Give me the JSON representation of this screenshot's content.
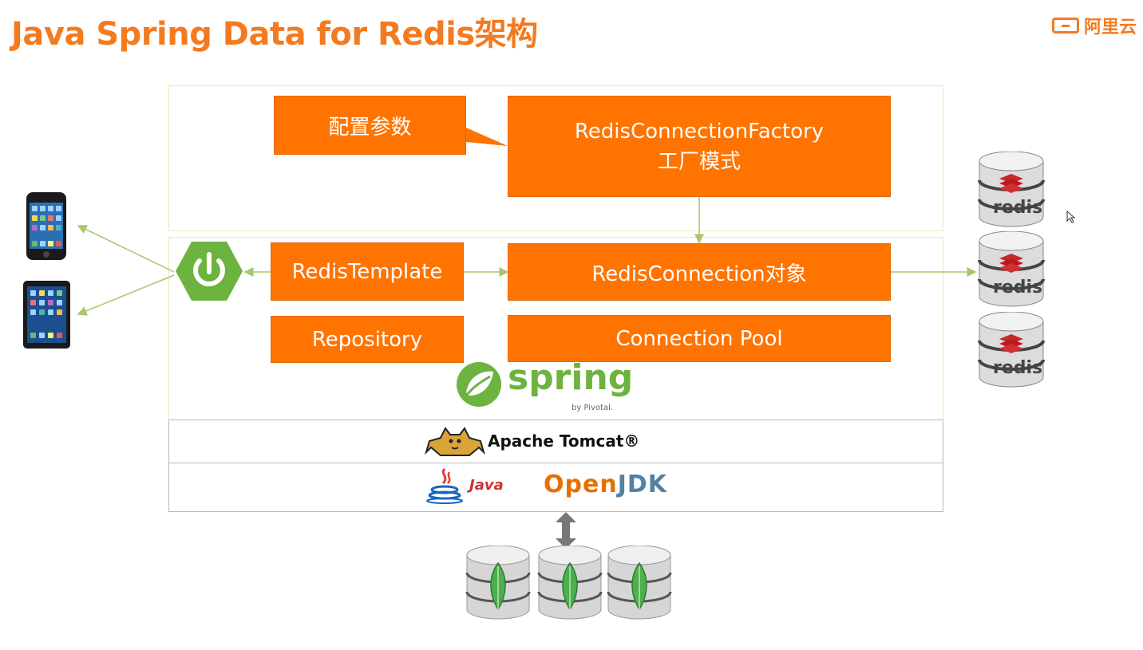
{
  "title": "Java Spring Data for Redis架构",
  "brand": {
    "name": "阿里云"
  },
  "boxes": {
    "config_params": "配置参数",
    "factory_line1": "RedisConnectionFactory",
    "factory_line2": "工厂模式",
    "redis_template": "RedisTemplate",
    "redis_connection": "RedisConnection对象",
    "repository": "Repository",
    "connection_pool": "Connection Pool"
  },
  "layers": {
    "spring": "spring",
    "spring_by": "by Pivotal.",
    "tomcat": "Apache Tomcat®",
    "java": "Java",
    "openjdk_open": "Open",
    "openjdk_jdk": "JDK"
  },
  "redis_label": "redis",
  "colors": {
    "accent": "#ff7300",
    "title": "#f47a20",
    "spring_green": "#6db33f",
    "line_green": "#a8c66c"
  },
  "icons": [
    "smartphone-icon",
    "tablet-icon",
    "spring-power-icon",
    "redis-database-icon",
    "mongodb-database-icon",
    "tomcat-cat-icon",
    "java-cup-icon",
    "double-arrow-icon",
    "cursor-icon"
  ]
}
